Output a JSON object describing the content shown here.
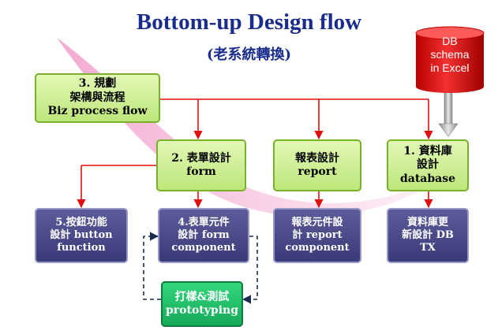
{
  "title": "Bottom-up Design flow",
  "subtitle": "(老系統轉換)",
  "boxes": {
    "plan": {
      "line1": "3. 規劃",
      "line2": "架構與流程",
      "line3": "Biz process flow"
    },
    "form": {
      "line1": "2. 表單設計",
      "line2": "form"
    },
    "report": {
      "line1": "報表設計",
      "line2": "report"
    },
    "database": {
      "line1": "1. 資料庫",
      "line2": "設計",
      "line3": "database"
    },
    "button": {
      "line1": "5.按鈕功能",
      "line2": "設計 button",
      "line3": "function"
    },
    "form_component": {
      "line1": "4.表單元件",
      "line2": "設計 form",
      "line3": "component"
    },
    "report_component": {
      "line1": "報表元件設",
      "line2": "計 report",
      "line3": "component"
    },
    "db_update": {
      "line1": "資料庫更",
      "line2": "新設計 DB",
      "line3": "TX"
    },
    "prototyping": {
      "line1": "打樣&測試",
      "line2": "prototyping"
    }
  },
  "db_cylinder": {
    "line1": "DB",
    "line2": "schema",
    "line3": "in Excel"
  },
  "colors": {
    "title": "#1a2c8c",
    "arrow": "#e01010",
    "green_box": "#c9ec8c",
    "navy_box": "#45458a",
    "proto_box": "#1cbf67",
    "db_cylinder": "#e01212",
    "swoosh": "#f3a7cf"
  }
}
